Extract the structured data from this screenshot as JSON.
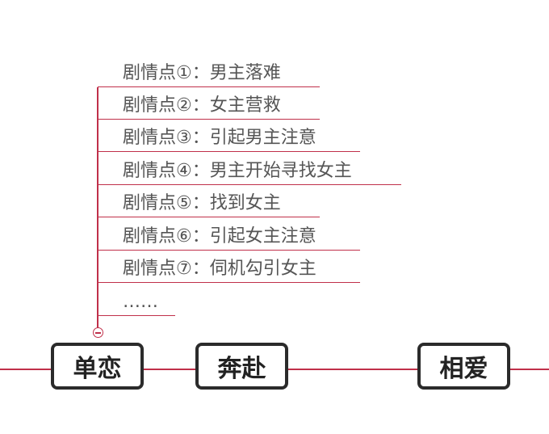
{
  "plot_points": [
    "剧情点①：男主落难",
    "剧情点②：女主营救",
    "剧情点③：引起男主注意",
    "剧情点④：男主开始寻找女主",
    "剧情点⑤：找到女主",
    "剧情点⑥：引起女主注意",
    "剧情点⑦：伺机勾引女主",
    "……"
  ],
  "stages": [
    "单恋",
    "奔赴",
    "相爱"
  ],
  "colors": {
    "line": "#c0304a",
    "box_border": "#2b2b2b",
    "text": "#555555"
  }
}
